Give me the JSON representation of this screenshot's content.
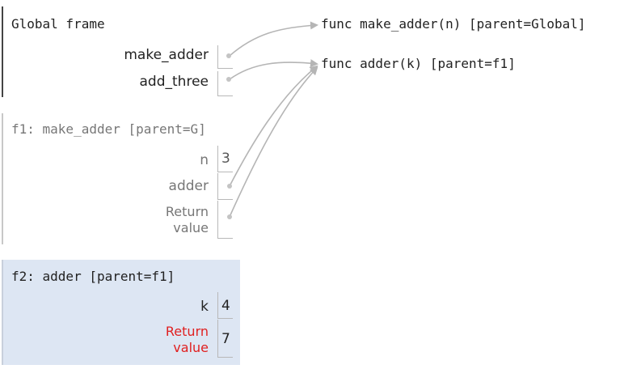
{
  "global_frame": {
    "title": "Global frame",
    "vars": [
      {
        "name": "make_adder"
      },
      {
        "name": "add_three"
      }
    ]
  },
  "f1_frame": {
    "title": "f1: make_adder [parent=G]",
    "vars": [
      {
        "name": "n",
        "value": "3"
      },
      {
        "name": "adder"
      }
    ],
    "return_label_line1": "Return",
    "return_label_line2": "value"
  },
  "f2_frame": {
    "title": "f2: adder [parent=f1]",
    "vars": [
      {
        "name": "k",
        "value": "4"
      }
    ],
    "return_label_line1": "Return",
    "return_label_line2": "value",
    "return_value": "7"
  },
  "objects": [
    {
      "label": "func make_adder(n) [parent=Global]"
    },
    {
      "label": "func adder(k) [parent=f1]"
    }
  ],
  "colors": {
    "arrow": "#b5b5b5",
    "f2_background": "#dde6f3",
    "return_red": "#e02020"
  }
}
